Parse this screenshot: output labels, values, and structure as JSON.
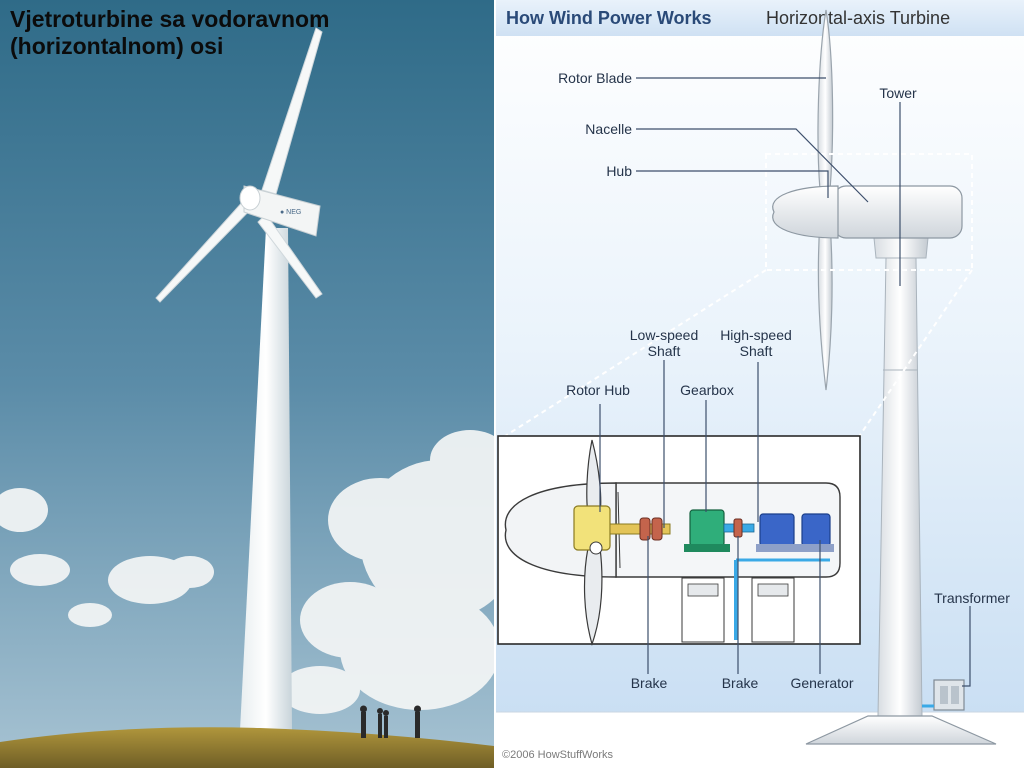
{
  "left_panel": {
    "caption": "Vjetroturbine sa vodoravnom (horizontalnom) osi"
  },
  "diagram": {
    "header": {
      "title": "How Wind Power Works",
      "subtitle": "Horizontal-axis Turbine"
    },
    "labels": {
      "rotor_blade": "Rotor Blade",
      "nacelle": "Nacelle",
      "hub": "Hub",
      "tower": "Tower",
      "low_speed_shaft_1": "Low-speed",
      "low_speed_shaft_2": "Shaft",
      "high_speed_shaft_1": "High-speed",
      "high_speed_shaft_2": "Shaft",
      "rotor_hub": "Rotor Hub",
      "gearbox": "Gearbox",
      "brake_left": "Brake",
      "brake_right": "Brake",
      "generator": "Generator",
      "transformer": "Transformer"
    },
    "copyright": "©2006 HowStuffWorks"
  },
  "colors": {
    "sky_top": "#2f6b88",
    "sky_bottom": "#9dbcd0",
    "header_band": "#dceaf6",
    "diagram_sky": "#cfe3f6",
    "label_text": "#25344a",
    "brand_blue": "#2a4a78",
    "gearbox_green": "#2fae7a",
    "generator_blue": "#3a66c8",
    "hub_yellow": "#f2e27a",
    "brake_red": "#c4644c",
    "power_line": "#3aa9e6"
  }
}
